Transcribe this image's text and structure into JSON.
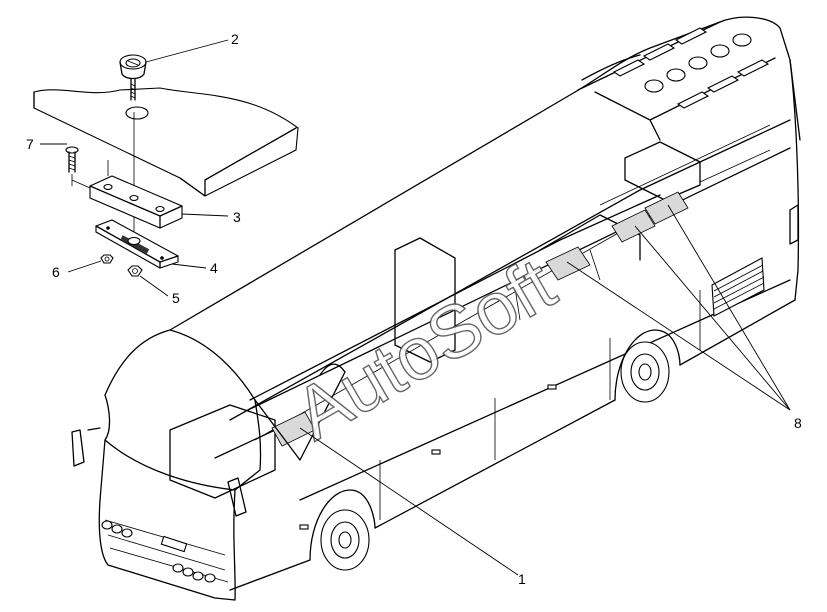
{
  "callouts": {
    "c1": "1",
    "c2": "2",
    "c3": "3",
    "c4": "4",
    "c5": "5",
    "c6": "6",
    "c7": "7",
    "c8": "8"
  },
  "watermark": "AutoSoft",
  "colors": {
    "line": "#000000",
    "background": "#ffffff",
    "highlight_panel": "#d9d9d9"
  }
}
